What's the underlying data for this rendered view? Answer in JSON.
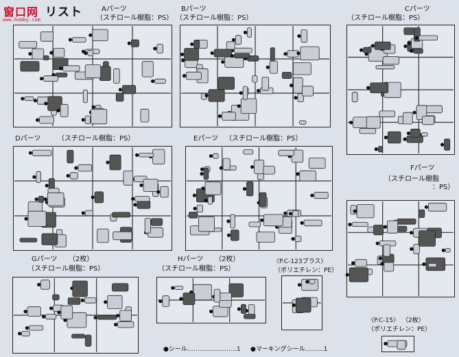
{
  "logo": {
    "text": "窗口网",
    "sub": "www.hobby.com"
  },
  "title": "リスト",
  "sprues": [
    {
      "id": "a",
      "name": "Aパーツ",
      "material": "（スチロール樹脂：PS）"
    },
    {
      "id": "b",
      "name": "Bパーツ",
      "material": "（スチロール樹脂：PS）"
    },
    {
      "id": "c",
      "name": "Cパーツ",
      "material": "（スチロール樹脂：PS）"
    },
    {
      "id": "d",
      "name": "Dパーツ",
      "material": "（スチロール樹脂：PS）"
    },
    {
      "id": "e",
      "name": "Eパーツ",
      "material": "（スチロール樹脂：PS）"
    },
    {
      "id": "f",
      "name": "Fパーツ",
      "material1": "（スチロール樹脂",
      "material2": "：PS）"
    },
    {
      "id": "g",
      "name": "Gパーツ",
      "count": "（2枚）",
      "material": "（スチロール樹脂：PS）"
    },
    {
      "id": "h",
      "name": "Hパーツ",
      "count": "（2枚）",
      "material": "（スチロール樹脂：PS）"
    },
    {
      "id": "pc123",
      "name": "〈P.C-123プラス〉",
      "material": "（ポリエチレン：PE）"
    },
    {
      "id": "pc15",
      "name": "〈P.C-15〉",
      "count": "（2枚）",
      "material": "（ポリエチレン：PE）"
    }
  ],
  "footer": {
    "seal": "●シール……………………1",
    "marking": "●マーキングシール………1"
  }
}
